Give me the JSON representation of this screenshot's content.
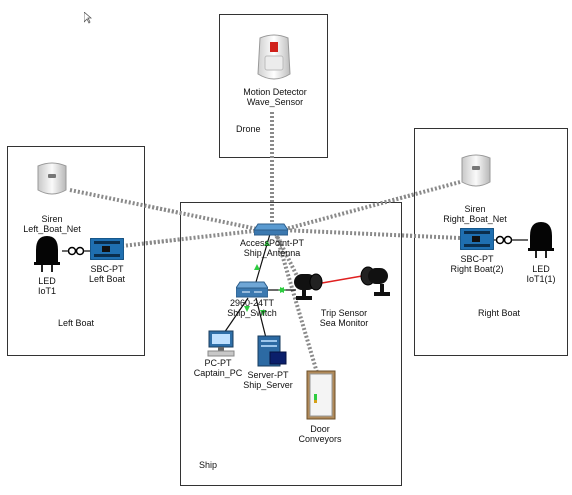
{
  "clusters": {
    "drone": {
      "label": "Drone"
    },
    "left_boat": {
      "label": "Left Boat"
    },
    "right_boat": {
      "label": "Right Boat"
    },
    "ship": {
      "label": "Ship"
    }
  },
  "devices": {
    "motion_detector": {
      "type": "Motion Detector",
      "name": "Wave_Sensor"
    },
    "siren_left": {
      "type": "Siren",
      "name": "Left_Boat_Net"
    },
    "led_left": {
      "type": "LED",
      "name": "IoT1"
    },
    "sbc_left": {
      "type": "SBC-PT",
      "name": "Left Boat"
    },
    "siren_right": {
      "type": "Siren",
      "name": "Right_Boat_Net"
    },
    "sbc_right": {
      "type": "SBC-PT",
      "name": "Right Boat(2)"
    },
    "led_right": {
      "type": "LED",
      "name": "IoT1(1)"
    },
    "access_point": {
      "type": "AccessPoint-PT",
      "name": "Ship_Antenna"
    },
    "switch": {
      "type": "2960-24TT",
      "name": "Ship_Switch"
    },
    "trip_sensor": {
      "type": "Trip Sensor",
      "name": "Sea Monitor"
    },
    "pc": {
      "type": "PC-PT",
      "name": "Captain_PC"
    },
    "server": {
      "type": "Server-PT",
      "name": "Ship_Server"
    },
    "door": {
      "type": "Door",
      "name": "Conveyors"
    }
  },
  "colors": {
    "wireless_link": "#8a8a8a",
    "cable": "#111111",
    "link_up_indicator": "#2ecc40",
    "laser": "#e02020"
  }
}
